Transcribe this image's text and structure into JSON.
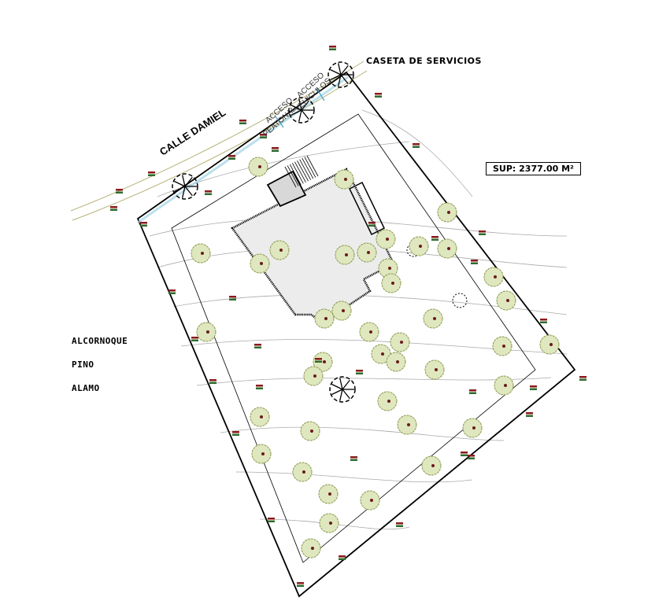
{
  "plan": {
    "street_name": "CALLE DAMIEL",
    "service_booth": "CASETA DE SERVICIOS",
    "pedestrian_access": [
      "ACCESO",
      "PEATONAL"
    ],
    "vehicle_access": [
      "ACCESO",
      "VEHICULOS"
    ],
    "surface_area": "SUP: 2377.00 M²"
  },
  "legend": {
    "items": [
      "ALCORNOQUE",
      "PINO",
      "ALAMO"
    ]
  },
  "colors": {
    "tree_canopy": "#c9d6a0",
    "tree_outline": "#8a9a50",
    "building_fill": "#ececec",
    "access_arrow": "#3aa0c8",
    "contour": "#999999",
    "road": "#b8b27a"
  }
}
